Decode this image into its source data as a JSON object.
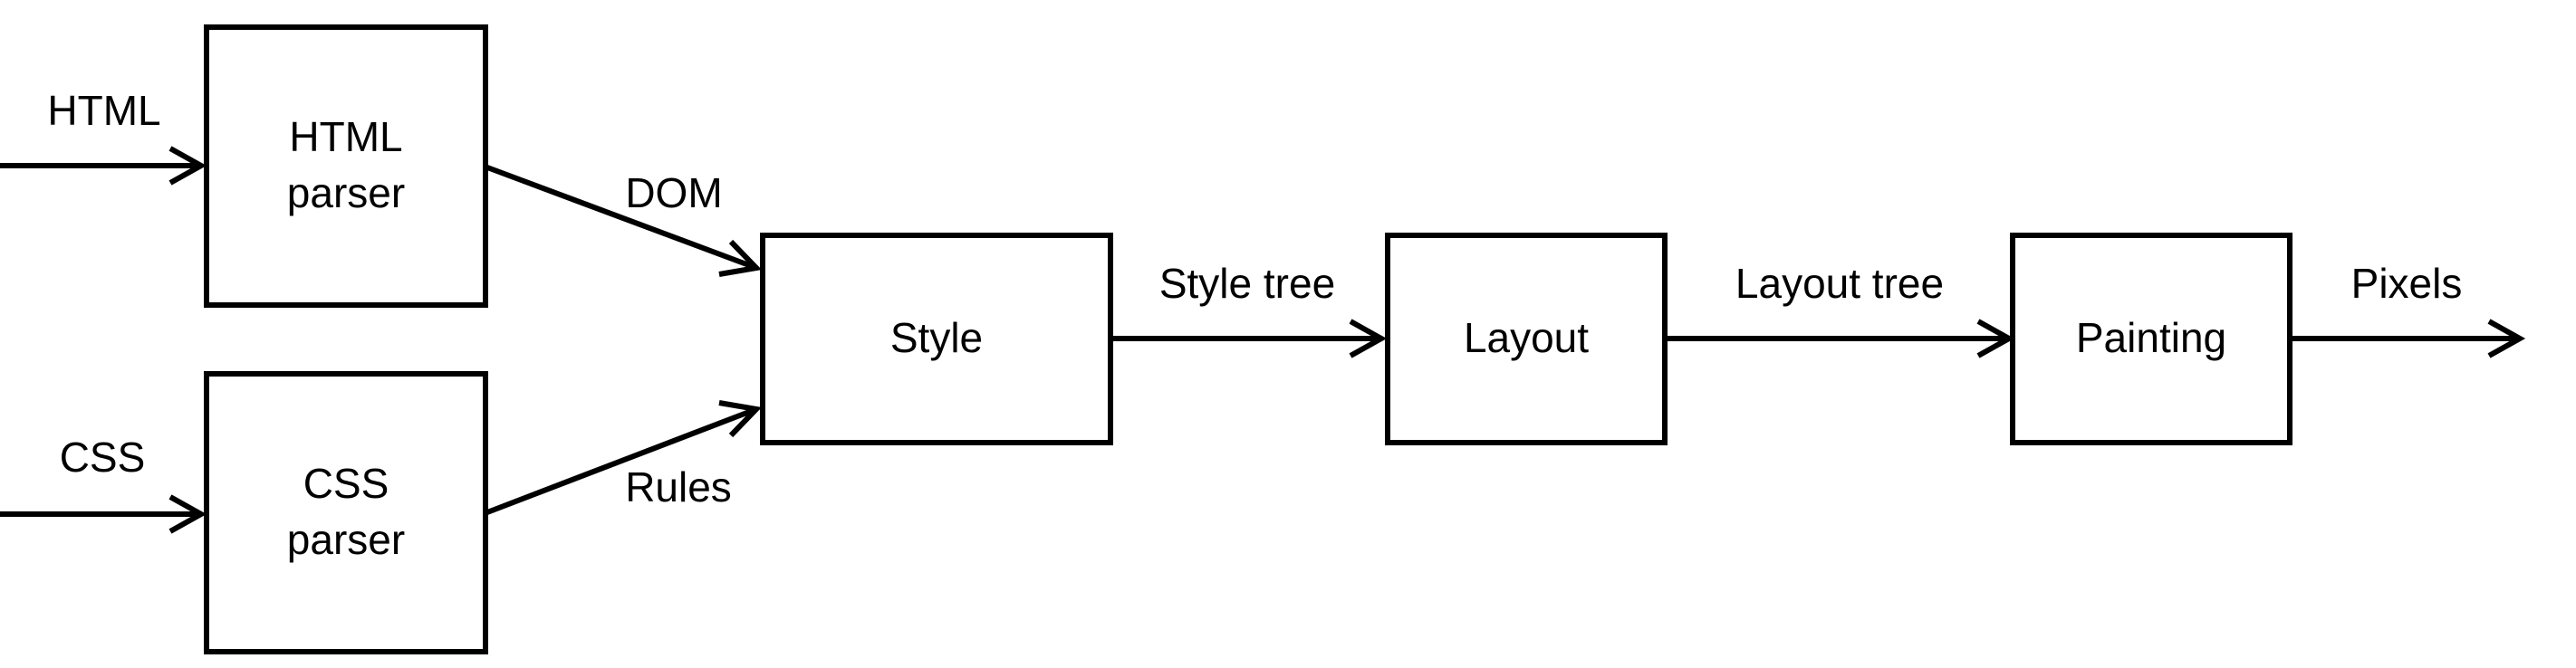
{
  "nodes": {
    "html_parser": {
      "line1": "HTML",
      "line2": "parser"
    },
    "css_parser": {
      "line1": "CSS",
      "line2": "parser"
    },
    "style": {
      "label": "Style"
    },
    "layout": {
      "label": "Layout"
    },
    "painting": {
      "label": "Painting"
    }
  },
  "edges": {
    "html_input": "HTML",
    "css_input": "CSS",
    "dom": "DOM",
    "rules": "Rules",
    "style_tree": "Style tree",
    "layout_tree": "Layout tree",
    "pixels": "Pixels"
  }
}
